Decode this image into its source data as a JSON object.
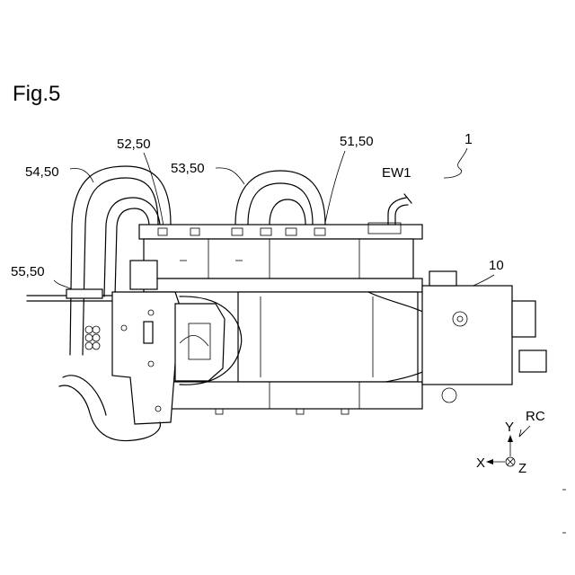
{
  "figure": {
    "title": "Fig.5"
  },
  "labels": {
    "assembly": "1",
    "part_51": "51,50",
    "part_52": "52,50",
    "part_53": "53,50",
    "part_54": "54,50",
    "part_55": "55,50",
    "cable_ew1": "EW1",
    "motor_10": "10",
    "coord_system": "RC"
  },
  "axes": {
    "y": "Y",
    "x": "X",
    "z": "Z"
  }
}
